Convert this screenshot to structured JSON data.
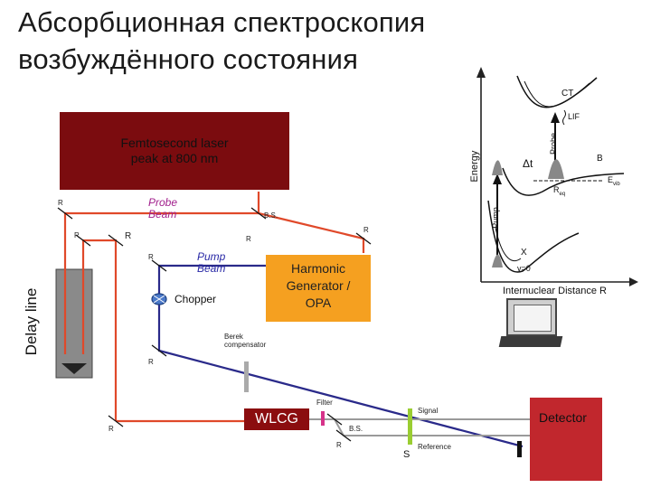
{
  "title": {
    "line1": "Абсорбционная спектроскопия",
    "line2": "возбуждённого состояния"
  },
  "laser": {
    "line1": "Femtosecond laser",
    "line2": "peak at 800 nm"
  },
  "harmonic": {
    "line1": "Harmonic",
    "line2": "Generator /",
    "line3": "OPA"
  },
  "detector": "Detector",
  "wlcg": "WLCG",
  "delay_line": "Delay line",
  "probe_beam": {
    "line1": "Probe",
    "line2": "Beam"
  },
  "pump_beam": {
    "line1": "Pump",
    "line2": "Beam"
  },
  "chopper": "Chopper",
  "berek": {
    "line1": "Berek",
    "line2": "compensator"
  },
  "filter": "Filter",
  "signal": "Signal",
  "reference": "Reference",
  "sample": "S",
  "mirror_labels": {
    "r_topleft": "R",
    "bs_probe": "B.S.",
    "r_probe_corner": "R",
    "r_harm": "R",
    "r_left2": "R",
    "r_mid": "R",
    "r_pump": "R",
    "r_pump_low": "R",
    "r_bottom": "R",
    "bs_wlcg": "B.S.",
    "r_wlcg_low": "R"
  },
  "energy_diagram": {
    "ylabel": "Energy",
    "xlabel": "Internuclear Distance R",
    "ct": "CT",
    "lif": "LIF",
    "probe": "Probe",
    "pump": "Pump",
    "delta_t": "Δt",
    "b": "B",
    "x": "X",
    "v0": "v=0",
    "e_vib": "E",
    "e_vib_sub": "vib",
    "r_eq": "R",
    "r_eq_sub": "eq"
  },
  "colors": {
    "laser_box": "#7b0c0f",
    "harmonic_box": "#f5a020",
    "detector_box": "#c1272d",
    "probe_path": "#e0492a",
    "pump_path": "#2a2a8a",
    "signal_path": "#999999",
    "sample": "#9acd32",
    "filter": "#d6338a"
  }
}
